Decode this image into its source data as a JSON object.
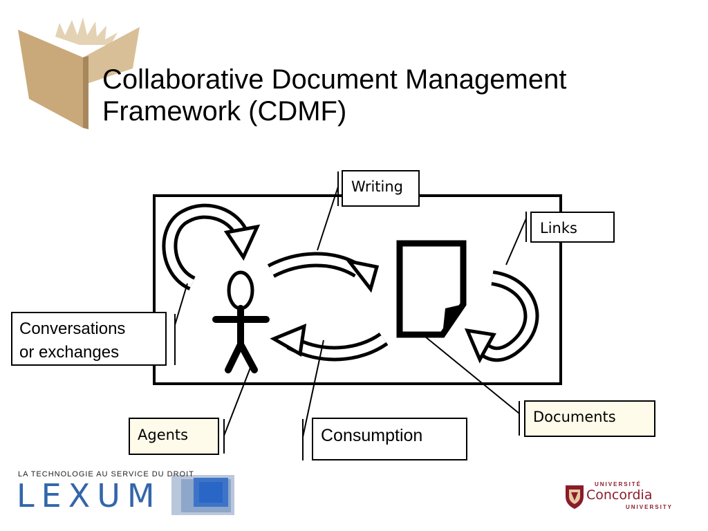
{
  "slide": {
    "title_line1": "Collaborative Document Management",
    "title_line2": "Framework (CDMF)"
  },
  "labels": {
    "writing": "Writing",
    "links": "Links",
    "conversations_line1": "Conversations",
    "conversations_line2": "or exchanges",
    "agents": "Agents",
    "consumption": "Consumption",
    "documents": "Documents"
  },
  "footer": {
    "lexum_tagline": "LA TECHNOLOGIE AU SERVICE DU DROIT",
    "lexum_name": "LEXUM",
    "concordia_top": "UNIVERSITÉ",
    "concordia_name": "Concordia",
    "concordia_bottom": "UNIVERSITY"
  },
  "colors": {
    "book_logo": "#c9a97a",
    "lexum_blue": "#3366aa",
    "concordia_red": "#8a1c2b",
    "cream_label": "#fffbea"
  },
  "icons": [
    "book-logo-icon",
    "stick-figure-icon",
    "document-icon",
    "cycle-arrow-icon"
  ]
}
